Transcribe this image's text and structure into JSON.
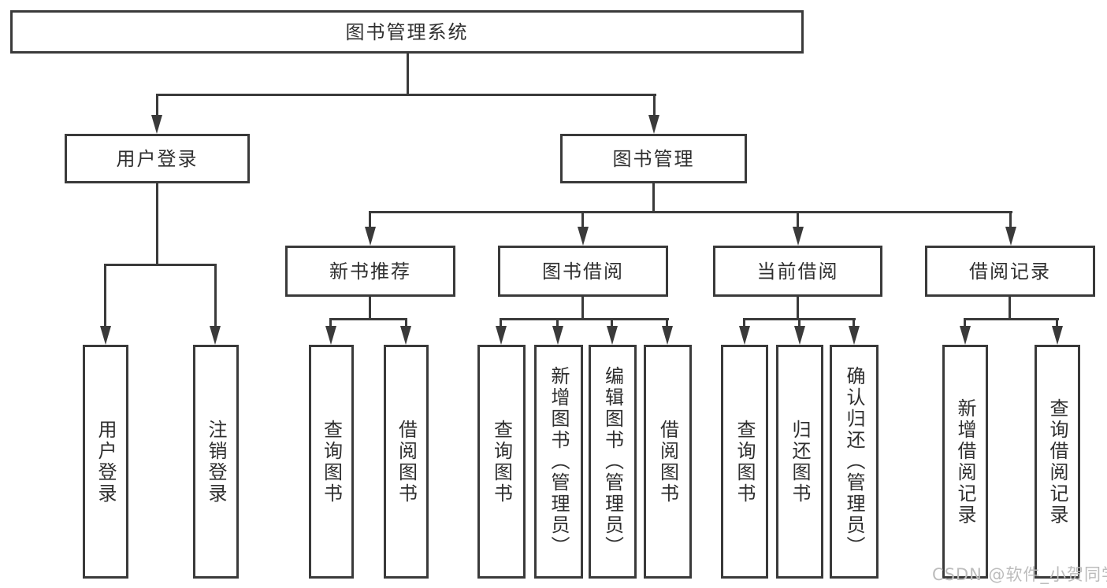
{
  "diagram": {
    "type": "tree-structure-chart",
    "title": "图书管理系统",
    "colors": {
      "background": "#ffffff",
      "line": "#3a3a3a",
      "box_border": "#3a3a3a",
      "box_fill": "#ffffff",
      "text": "#2f2f2f",
      "watermark": "#bcbcbc"
    },
    "nodes": {
      "root": {
        "label": "图书管理系统",
        "level": 1
      },
      "user_login": {
        "label": "用户登录",
        "level": 2,
        "parent": "root"
      },
      "book_management": {
        "label": "图书管理",
        "level": 2,
        "parent": "root"
      },
      "new_book_recommend": {
        "label": "新书推荐",
        "level": 3,
        "parent": "book_management"
      },
      "book_borrow": {
        "label": "图书借阅",
        "level": 3,
        "parent": "book_management"
      },
      "current_borrow": {
        "label": "当前借阅",
        "level": 3,
        "parent": "book_management"
      },
      "borrow_record": {
        "label": "借阅记录",
        "level": 3,
        "parent": "book_management"
      },
      "leaf_user_login": {
        "label": "用户登录",
        "level": 4,
        "parent": "user_login"
      },
      "leaf_logout_login": {
        "label": "注销登录",
        "level": 4,
        "parent": "user_login"
      },
      "leaf_query_book_rec": {
        "label": "查询图书",
        "level": 4,
        "parent": "new_book_recommend"
      },
      "leaf_borrow_book_rec": {
        "label": "借阅图书",
        "level": 4,
        "parent": "new_book_recommend"
      },
      "leaf_query_book_borrow": {
        "label": "查询图书",
        "level": 4,
        "parent": "book_borrow"
      },
      "leaf_add_book_admin": {
        "label": "新增图书（管理员）",
        "level": 4,
        "parent": "book_borrow"
      },
      "leaf_edit_book_admin": {
        "label": "编辑图书（管理员）",
        "level": 4,
        "parent": "book_borrow"
      },
      "leaf_borrow_book": {
        "label": "借阅图书",
        "level": 4,
        "parent": "book_borrow"
      },
      "leaf_query_book_current": {
        "label": "查询图书",
        "level": 4,
        "parent": "current_borrow"
      },
      "leaf_return_book": {
        "label": "归还图书",
        "level": 4,
        "parent": "current_borrow"
      },
      "leaf_confirm_return_admin": {
        "label": "确认归还（管理员）",
        "level": 4,
        "parent": "current_borrow"
      },
      "leaf_add_borrow_record": {
        "label": "新增借阅记录",
        "level": 4,
        "parent": "borrow_record"
      },
      "leaf_query_borrow_record": {
        "label": "查询借阅记录",
        "level": 4,
        "parent": "borrow_record"
      }
    },
    "watermark": {
      "text": "CSDN @软件_小贺同学"
    }
  }
}
